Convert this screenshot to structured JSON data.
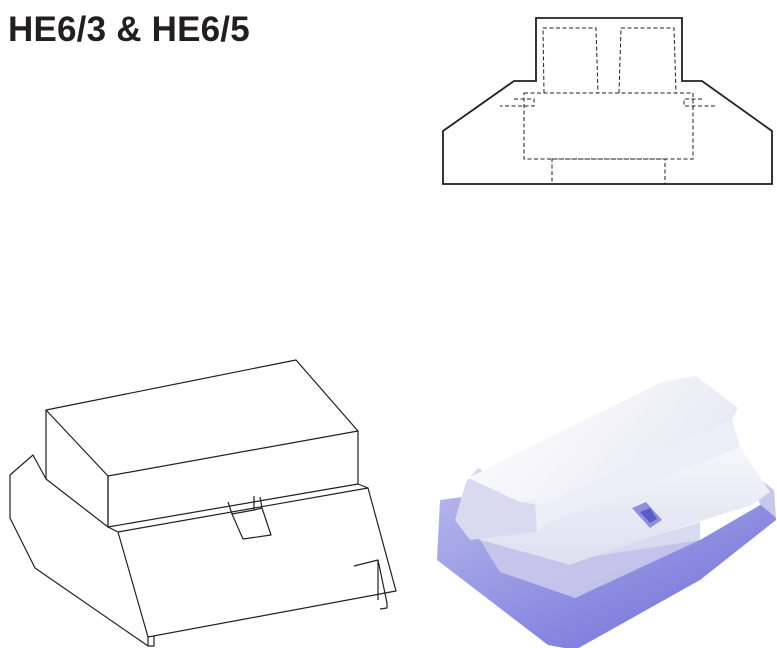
{
  "title": "HE6/3 & HE6/5",
  "colors": {
    "line": "#231f20",
    "render_face": "#f3f3f9",
    "render_shadow": "#9a9ae6",
    "render_deep": "#6a6ad6"
  },
  "views": [
    {
      "name": "front-view",
      "style": "outline with dashed hidden lines"
    },
    {
      "name": "isometric-line-drawing",
      "style": "wireframe"
    },
    {
      "name": "shaded-3d-render",
      "style": "shaded"
    }
  ]
}
